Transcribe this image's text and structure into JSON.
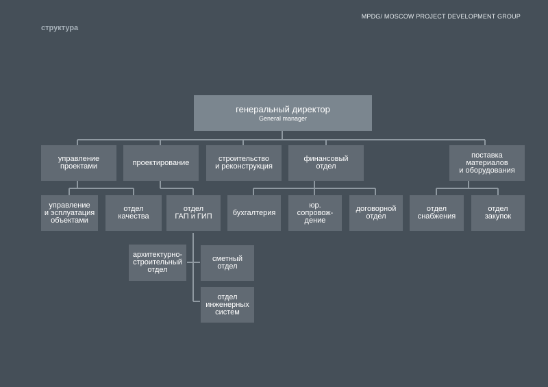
{
  "header": {
    "company": "MPDG/ MOSCOW PROJECT DEVELOPMENT GROUP",
    "section": "структура"
  },
  "root": {
    "title": "генеральный директор",
    "subtitle": "General manager"
  },
  "level1": [
    {
      "label": "управление\nпроектами"
    },
    {
      "label": "проектирование"
    },
    {
      "label": "строительство\nи реконструкция"
    },
    {
      "label": "финансовый\nотдел"
    },
    {
      "label": "поставка\nматериалов\nи оборудования"
    }
  ],
  "level2": [
    {
      "label": "управление\nи эсплуатация\nобъектами"
    },
    {
      "label": "отдел\nкачества"
    },
    {
      "label": "отдел\nГАП и ГИП"
    },
    {
      "label": "бухгалтерия"
    },
    {
      "label": "юр.\nсопровож-\nдение"
    },
    {
      "label": "договорной\nотдел"
    },
    {
      "label": "отдел\nснабжения"
    },
    {
      "label": "отдел\nзакупок"
    }
  ],
  "level3": [
    {
      "label": "архитектурно-\nстроительный\nотдел"
    },
    {
      "label": "сметный\nотдел"
    },
    {
      "label": "отдел\nинженерных\nсистем"
    }
  ],
  "colors": {
    "background": "#454f58",
    "box": "#616a73",
    "root_box": "#7b868f",
    "connector": "#8f99a1"
  }
}
